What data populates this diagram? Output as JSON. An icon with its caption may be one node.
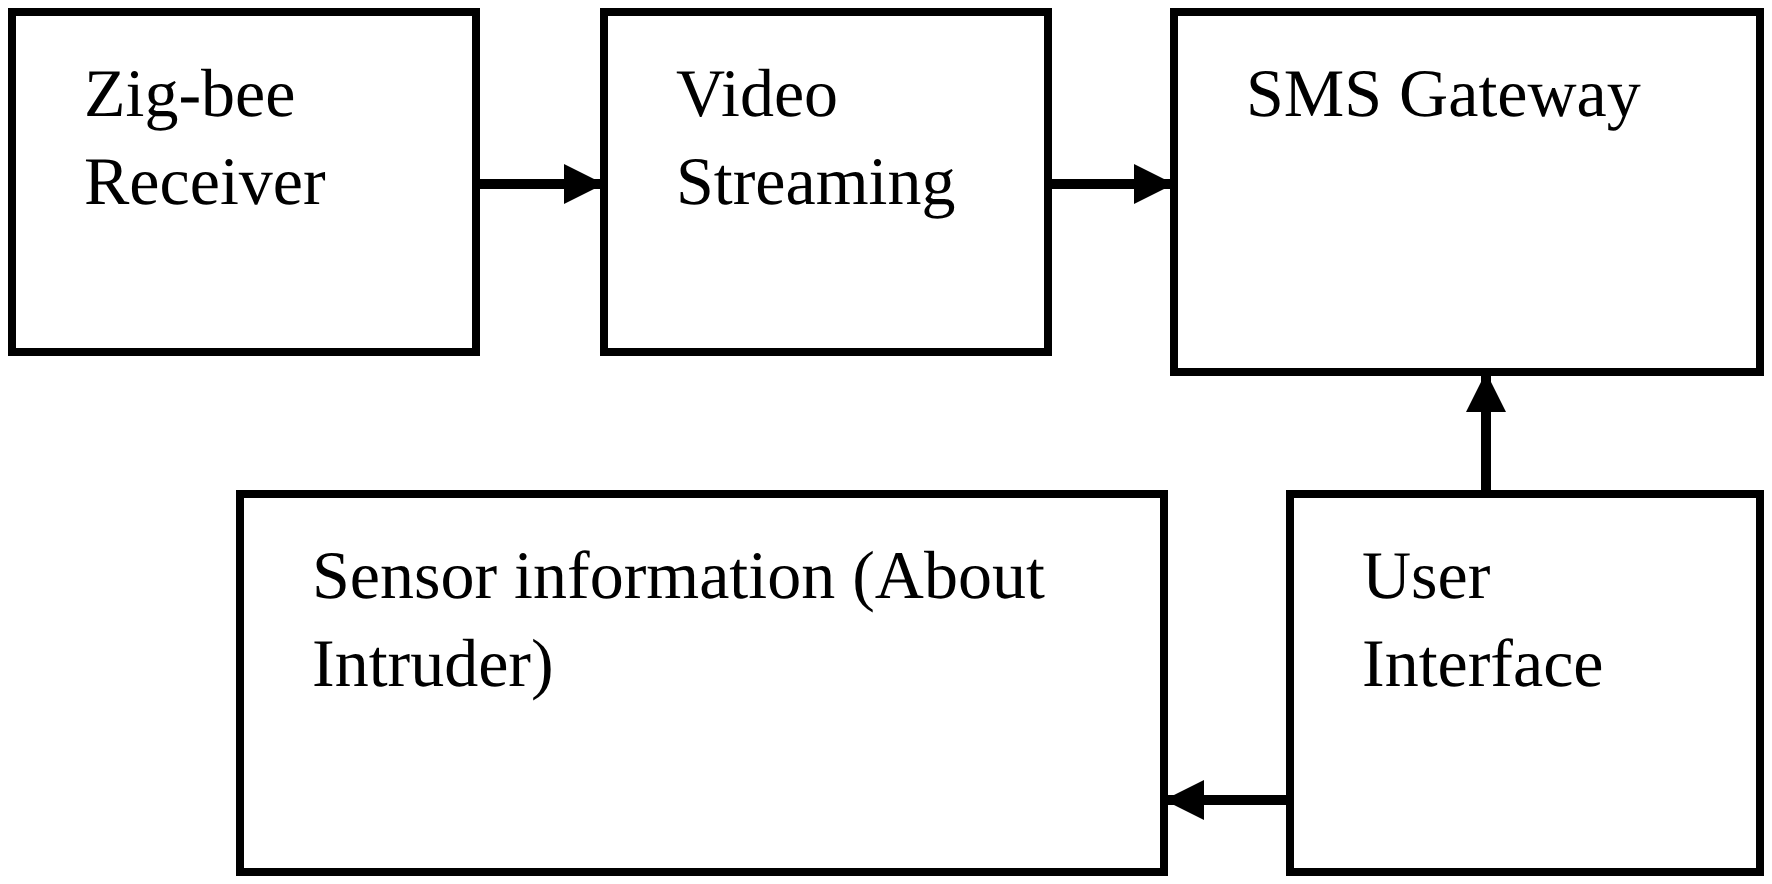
{
  "diagram": {
    "nodes": [
      {
        "text": [
          "Zig-bee Receiver"
        ]
      },
      {
        "text": [
          "Video Streaming"
        ]
      },
      {
        "text": [
          "SMS Gateway"
        ]
      },
      {
        "text": [
          "Sensor information (About Intruder)"
        ]
      },
      {
        "text": [
          "User Interface"
        ]
      }
    ],
    "edges": [
      {
        "from": 0,
        "to": 1,
        "arrow": "to"
      },
      {
        "from": 1,
        "to": 2,
        "arrow": "to"
      },
      {
        "from": 4,
        "to": 2,
        "arrow": "to"
      },
      {
        "from": 4,
        "to": 3,
        "arrow": "to"
      }
    ]
  }
}
